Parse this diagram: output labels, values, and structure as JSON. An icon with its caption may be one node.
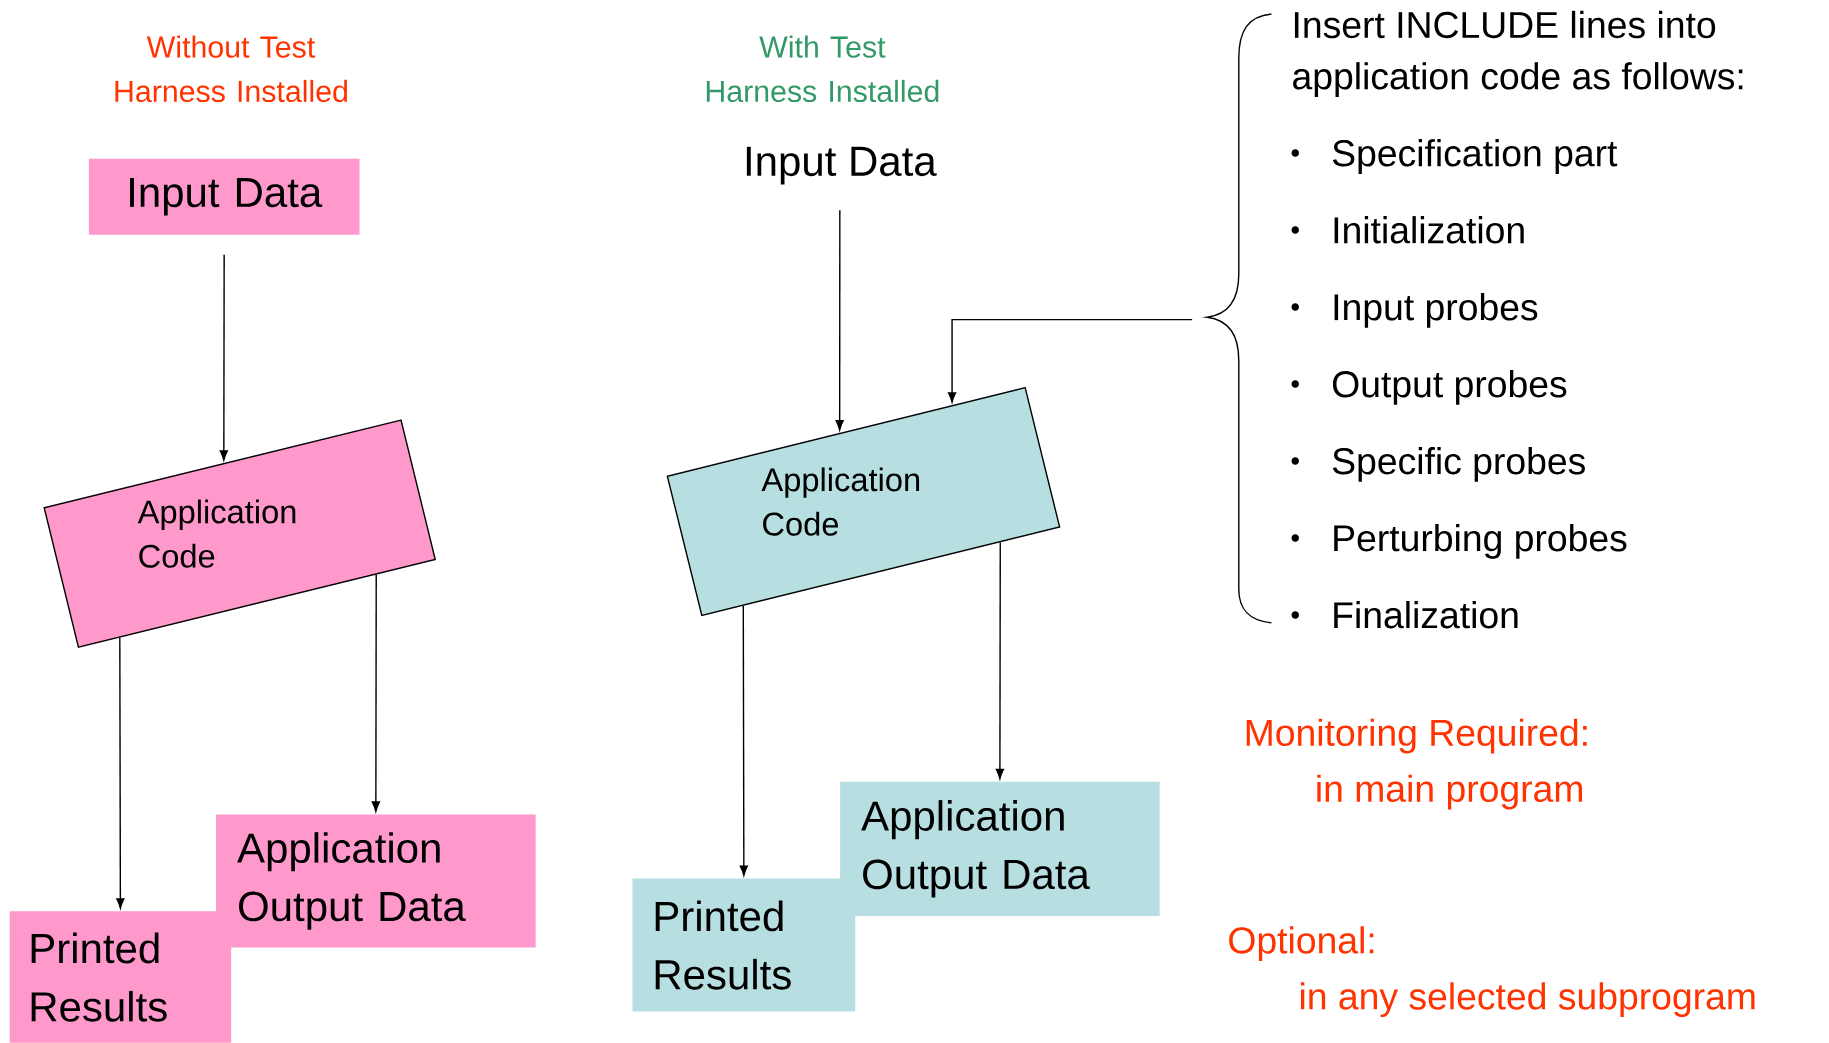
{
  "diagram": {
    "nodes": [
      {
        "text": [
          "Input Data"
        ]
      },
      {
        "text": [
          "Application Code"
        ]
      },
      {
        "text": [
          "Application Output Data"
        ]
      },
      {
        "text": [
          "Printed Results"
        ]
      },
      {
        "text": [
          "Input Data"
        ]
      },
      {
        "text": [
          "Application Code"
        ]
      },
      {
        "text": [
          "Application Output Data"
        ]
      },
      {
        "text": [
          "Printed Results"
        ]
      },
      {
        "text": [
          "Insert INCLUDE lines into application code as follows:",
          "Specification part",
          "Initialization",
          "Input probes",
          "Output probes",
          "Specific probes",
          "Perturbing probes",
          "Finalization"
        ]
      }
    ],
    "edges": [
      {
        "from": 0,
        "to": 1,
        "arrow": "to"
      },
      {
        "from": 1,
        "to": 3,
        "arrow": "to"
      },
      {
        "from": 1,
        "to": 2,
        "arrow": "to"
      },
      {
        "from": 4,
        "to": 5,
        "arrow": "to"
      },
      {
        "from": 8,
        "to": 5,
        "arrow": "to"
      },
      {
        "from": 5,
        "to": 7,
        "arrow": "to"
      },
      {
        "from": 5,
        "to": 6,
        "arrow": "to"
      }
    ],
    "labels": [
      "Without Test Harness Installed",
      "With Test Harness Installed",
      "Monitoring Required:",
      "in main program",
      "Optional:",
      "in any selected subprogram"
    ]
  }
}
